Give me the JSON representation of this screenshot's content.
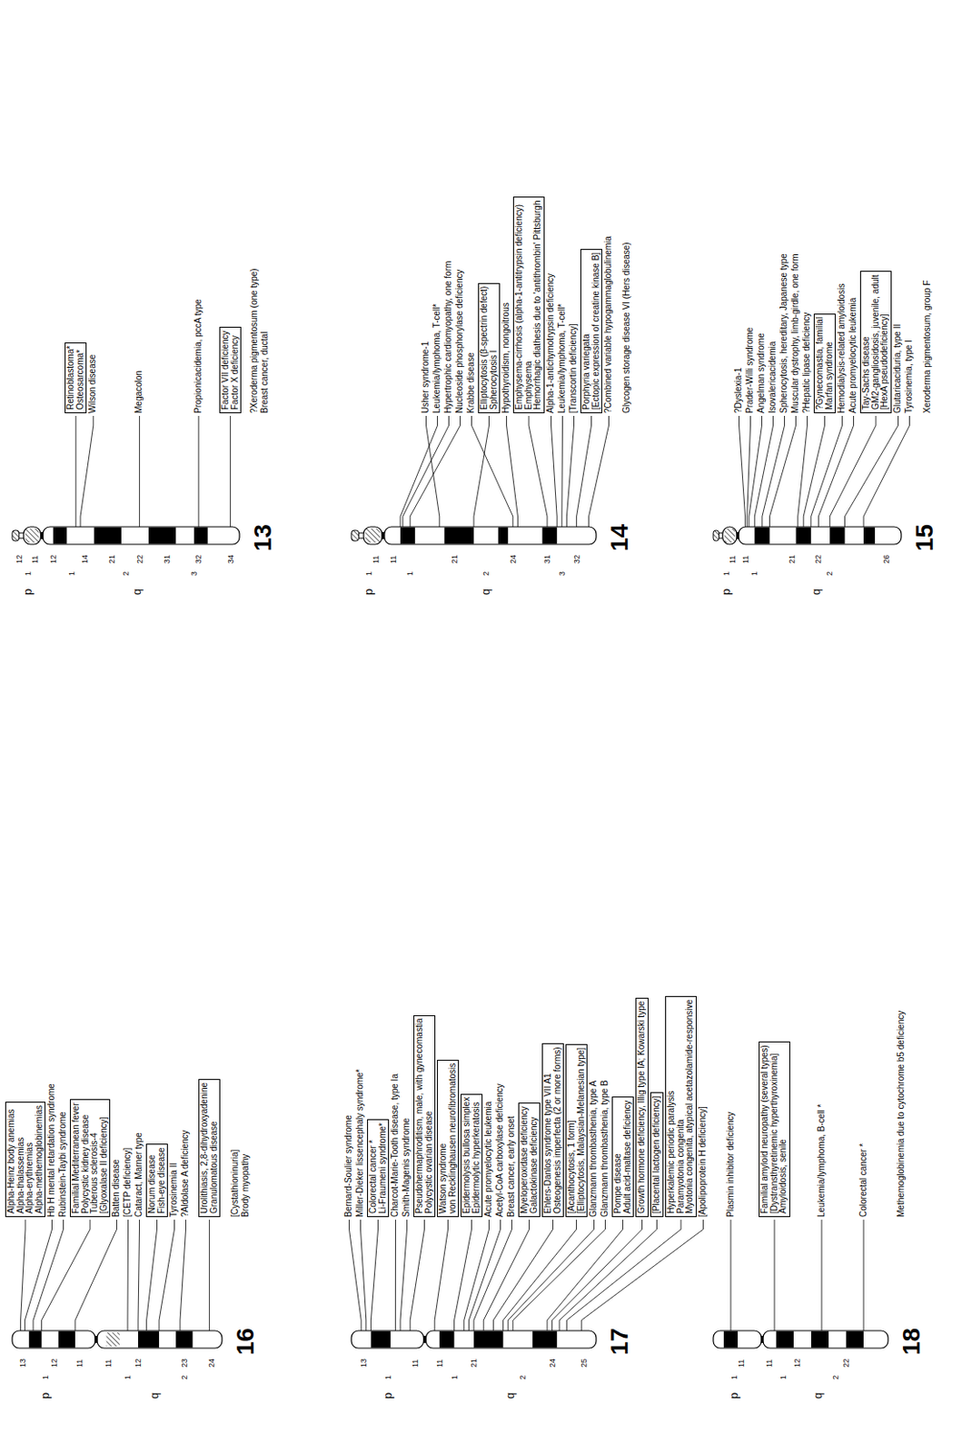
{
  "diagram": {
    "nodes": [
      {
        "text": [
          "Retinoblastoma*",
          "Osteosarcoma*"
        ]
      },
      {
        "text": [
          "Factor VII deficiency",
          "Factor X deficiency"
        ]
      },
      {
        "text": [
          "Elliptocytosis (β-spectrin defect)",
          "Spherocytosis I"
        ]
      },
      {
        "text": [
          "Emphysema-cirrhosis (alpha-1-antitrypsin deficiency)",
          "Emphysema",
          "Hemorrhagic diathesis due to 'antithrombin' Pittsburgh"
        ]
      },
      {
        "text": [
          "Porphyria variegata",
          "[Ectopic expression of creatine kinase B]"
        ]
      },
      {
        "text": [
          "?Gynecomastia, familial",
          "Marfan syndrome"
        ]
      },
      {
        "text": [
          "Tay-Sachs disease",
          "GM2-gangliosidosis, juvenile, adult",
          "[HexA pseudodeficiency]"
        ]
      },
      {
        "text": [
          "Alpha-Heinz body anemias",
          "Alpha-thalassemias",
          "Alpha-erythremias",
          "Alpha-methemoglobinemias"
        ]
      },
      {
        "text": [
          "Familial Mediterranean fever",
          "Polycystic kidney disease",
          "Tuberous sclerosis-4",
          "[Glyoxalase II deficiency]"
        ]
      },
      {
        "text": [
          "Norum disease",
          "Fish-eye disease"
        ]
      },
      {
        "text": [
          "Urolithiasis, 2,8-dihydroxyadenine",
          "Granulomatous disease"
        ]
      },
      {
        "text": [
          "Colorectal cancer *",
          "Li-Fraumeni syndrome*"
        ]
      },
      {
        "text": [
          "Pseudohermaphroditism, male, with gynecomastia",
          "Polycystic ovarian disease"
        ]
      },
      {
        "text": [
          "Watson syndrome",
          "von Recklinghausen neurofibromatosis"
        ]
      },
      {
        "text": [
          "Epidermolysis bullosa simplex",
          "Epidermolytic hyperkeratosis"
        ]
      },
      {
        "text": [
          "Myeloperoxidase deficiency",
          "Galactokinase deficiency"
        ]
      },
      {
        "text": [
          "Ehlers-Danlos syndrome type VII A1",
          "Osteogenesis imperfecta (2 or more forms)"
        ]
      },
      {
        "text": [
          "[Acanthocytosis, 1 form]",
          "[Elliptocytosis, Malaysian-Melanesian type]"
        ]
      },
      {
        "text": [
          "Pompe disease",
          "Adult acid-maltase deficiency"
        ]
      },
      {
        "text": [
          "Growth hormone deficiency, Illig type IA; Kowarski type"
        ]
      },
      {
        "text": [
          "[Placental lactogen deficiency]"
        ]
      },
      {
        "text": [
          "Hyperkalemic periodic paralysis",
          "Paramyotonia congenita",
          "Myotonia congenita, atypical acetazolamide-responsive"
        ]
      },
      {
        "text": [
          "Familial amyloid neuropathy (several types)",
          "[Dystransthyretinemic hyperthyroxinemia]",
          "Amyloidosis, senile"
        ]
      }
    ],
    "labels": [
      "p",
      "q",
      "1",
      "12",
      "11",
      "12",
      "1",
      "14",
      "21",
      "2",
      "22",
      "31",
      "3",
      "32",
      "34",
      "Wilson disease",
      "Megacolon",
      "Propionicacidemia, pccA type",
      "?Xeroderma pigmentosum (one type)",
      "Breast cancer, ductal",
      "13",
      "p",
      "q",
      "1",
      "11",
      "11",
      "1",
      "21",
      "2",
      "24",
      "31",
      "3",
      "32",
      "Usher syndrome-1",
      "Leukemia/lymphoma, T-cell*",
      "Hypertrophic cardiomyopathy, one form",
      "Nucleoside phosphorylase deficiency",
      "Krabbe disease",
      "Hypothyroidism, nongoitrous",
      "Alpha-1-antichymotrypsin deficiency",
      "Leukemia/lymphoma, T-cell*",
      "[Transcortin deficiency]",
      "?Combined variable hypogammaglobulinemia",
      "Glycogen storage disease VI (Hers disease)",
      "14",
      "p",
      "q",
      "1",
      "11",
      "11",
      "1",
      "21",
      "22",
      "2",
      "26",
      "?Dyslexia-1",
      "Prader-Willi syndrome",
      "Angelman syndrome",
      "Isovalericacidemia",
      "Spherocytosis, hereditary, Japanese type",
      "Muscular dystrophy, limb-girdle, one form",
      "?Hepatic lipase deficiency",
      "Hemodialysis-related amyloidosis",
      "Acute promyelocytic leukemia",
      "Glutaricaciduria, type II",
      "Tyrosinemia, type I",
      "Xeroderma pigmentosum, group F",
      "15",
      "p",
      "q",
      "13",
      "1",
      "12",
      "11",
      "11",
      "1",
      "12",
      "2",
      "23",
      "24",
      "Hb H mental retardation syndrome",
      "Rubinstein-Taybi syndrome",
      "Batten disease",
      "[CETP deficiency]",
      "Cataract, Marner type",
      "Tyrosinemia II",
      "?Aldolase A deficiency",
      "[Cystathioninuria]",
      "Brody myopathy",
      "16",
      "p",
      "q",
      "13",
      "1",
      "11",
      "11",
      "1",
      "21",
      "2",
      "24",
      "25",
      "Bernard-Soulier syndrome",
      "Miller-Dieker lissencephaly syndrome*",
      "Charcot-Marie-Tooth disease, type Ia",
      "Smith-Magenis syndrome",
      "Acute promyelocytic leukemia",
      "Acetyl-CoA carboxylase deficiency",
      "Breast cancer, early onset",
      "Glanzmann thrombasthenia, type A",
      "Glanzmann thrombasthenia, type B",
      "[Apolipoprotein H deficiency]",
      "17",
      "p",
      "q",
      "1",
      "11",
      "11",
      "1",
      "12",
      "2",
      "22",
      "Plasmin inhibitor deficiency",
      "Leukemia/lymphoma, B-cell *",
      "Colorectal cancer *",
      "Methemoglobinemia due to cytochrome b5 deficiency",
      "18"
    ]
  }
}
